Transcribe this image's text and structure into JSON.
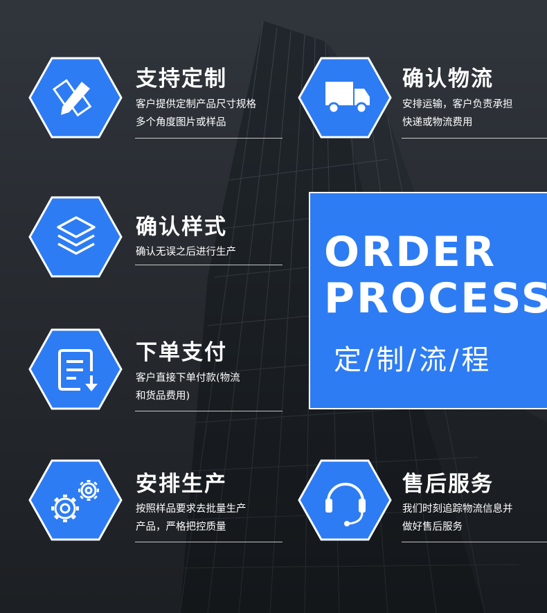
{
  "colors": {
    "accent": "#2d7cf3",
    "text": "#ffffff"
  },
  "panel": {
    "line1": "ORDER",
    "line2": "PROCESS",
    "chinese": "定/制/流/程"
  },
  "steps": [
    {
      "title": "支持定制",
      "desc": [
        "客户提供定制产品尺寸规格",
        "多个角度图片或样品"
      ],
      "icon": "edit-pencil-icon"
    },
    {
      "title": "确认物流",
      "desc": [
        "安排运输，客户负责承担",
        "快递或物流费用"
      ],
      "icon": "truck-icon"
    },
    {
      "title": "确认样式",
      "desc": [
        "确认无误之后进行生产"
      ],
      "icon": "layers-icon"
    },
    {
      "title": "下单支付",
      "desc": [
        "客户直接下单付款(物流",
        "和货品费用)"
      ],
      "icon": "document-download-icon"
    },
    {
      "title": "安排生产",
      "desc": [
        "按照样品要求去批量生产",
        "产品，严格把控质量"
      ],
      "icon": "gears-icon"
    },
    {
      "title": "售后服务",
      "desc": [
        "我们时刻追踪物流信息并",
        "做好售后服务"
      ],
      "icon": "headset-icon"
    }
  ]
}
